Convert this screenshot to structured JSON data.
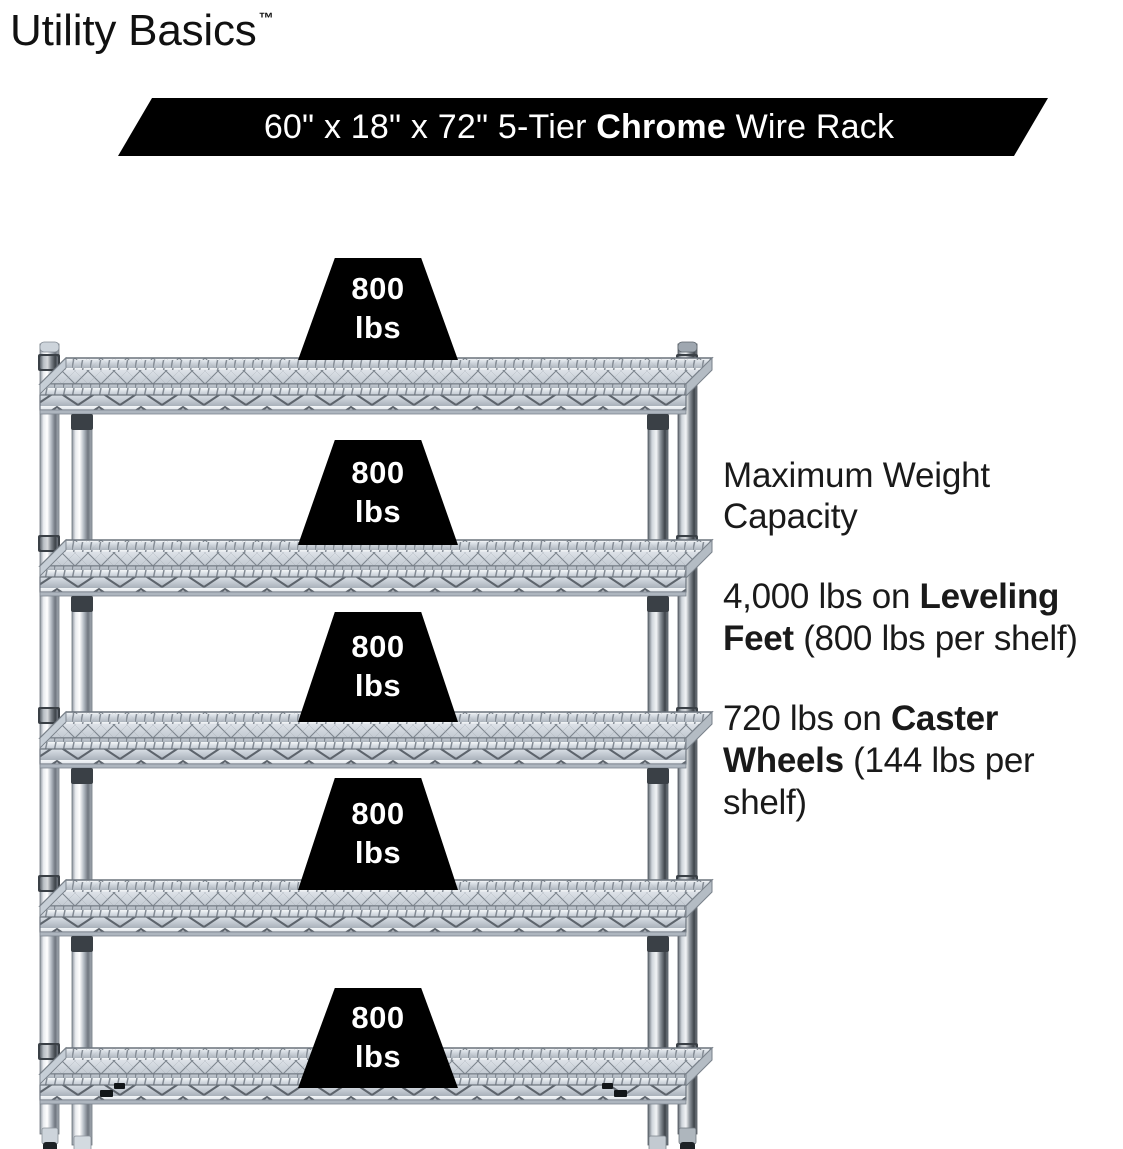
{
  "brand": {
    "name": "Utility Basics",
    "trademark": "™"
  },
  "banner": {
    "prefix": "60\" x 18\" x 72\" 5-Tier ",
    "highlight": "Chrome",
    "suffix": " Wire Rack",
    "full_text": "60\" x 18\" x 72\" 5-Tier Chrome Wire Rack",
    "background_color": "#000000",
    "text_color": "#ffffff"
  },
  "product": {
    "alt": "5-tier chrome wire shelving rack",
    "tiers": 5,
    "shelf_color": "#c9cfd6",
    "post_color": "#9aa2ac"
  },
  "badges": [
    {
      "number": "800",
      "unit": "lbs"
    },
    {
      "number": "800",
      "unit": "lbs"
    },
    {
      "number": "800",
      "unit": "lbs"
    },
    {
      "number": "800",
      "unit": "lbs"
    },
    {
      "number": "800",
      "unit": "lbs"
    }
  ],
  "info": {
    "heading": "Maximum Weight Capacity",
    "capacity_leveling": {
      "lead": "4,000 lbs on ",
      "bold": "Leveling Feet",
      "tail": " (800 lbs per shelf)",
      "full_text": "4,000 lbs on Leveling Feet (800 lbs per shelf)"
    },
    "capacity_caster": {
      "lead": "720 lbs on ",
      "bold": "Caster Wheels",
      "tail": " (144 lbs per shelf)",
      "full_text": "720 lbs on Caster Wheels (144 lbs per shelf)"
    }
  }
}
